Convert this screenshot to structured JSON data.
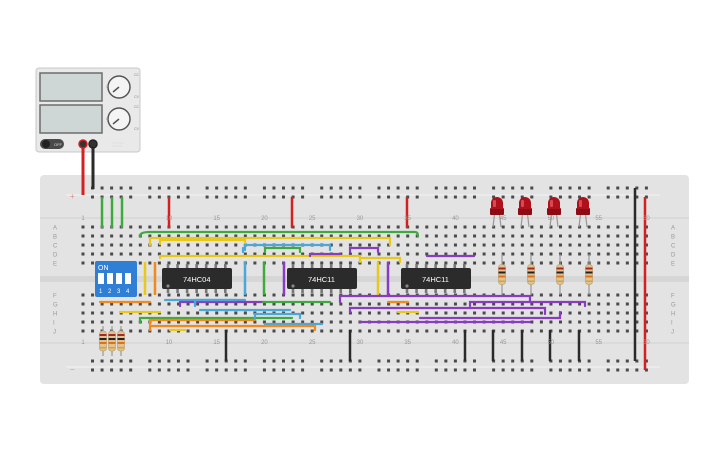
{
  "power_supply": {
    "off_label": "OFF",
    "knob1_labels": [
      "CC",
      "CV",
      "V"
    ],
    "knob2_labels": [
      "CC",
      "CV",
      "A"
    ]
  },
  "breadboard": {
    "column_numbers": [
      "1",
      "10",
      "15",
      "20",
      "25",
      "30",
      "35",
      "40",
      "45",
      "50",
      "55",
      "60"
    ],
    "row_letters_top": [
      "A",
      "B",
      "C",
      "D",
      "E"
    ],
    "row_letters_bottom": [
      "F",
      "G",
      "H",
      "I",
      "J"
    ],
    "rail_plus": "+",
    "rail_minus": "−"
  },
  "chips": [
    {
      "label": "74HC04"
    },
    {
      "label": "74HC11"
    },
    {
      "label": "74HC11"
    }
  ],
  "dip_switch": {
    "on_label": "ON",
    "numbers": [
      "1",
      "2",
      "3",
      "4"
    ]
  },
  "colors": {
    "board": "#e3e3e3",
    "hole": "#4a4a4a",
    "chip": "#2b2b2b",
    "dip": "#2f7fd6",
    "led": "#b0101c",
    "wire_red": "#d42020",
    "wire_black": "#2a2a2a",
    "wire_green": "#3daa3d",
    "wire_yellow": "#e8c81a",
    "wire_orange": "#f08a1c",
    "wire_blue": "#4aa8d8",
    "wire_purple": "#8a3cc0"
  }
}
